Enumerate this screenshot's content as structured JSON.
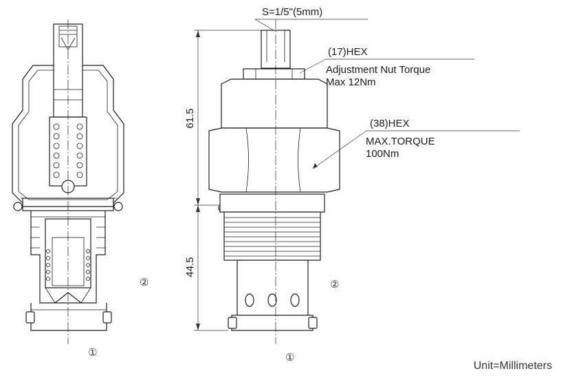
{
  "callouts": {
    "spanner_size": "S=1/5\"(5mm)",
    "small_hex": "(17)HEX",
    "small_hex_note_1": "Adjustment Nut Torque",
    "small_hex_note_2": "Max 12Nm",
    "large_hex": "(38)HEX",
    "large_hex_note_1": "MAX.TORQUE",
    "large_hex_note_2": "100Nm"
  },
  "dimensions": {
    "upper_length": "61.5",
    "lower_length": "44.5"
  },
  "port_marks": {
    "port_1": "①",
    "port_2": "②"
  },
  "footer": {
    "unit_note": "Unit=Millimeters"
  }
}
